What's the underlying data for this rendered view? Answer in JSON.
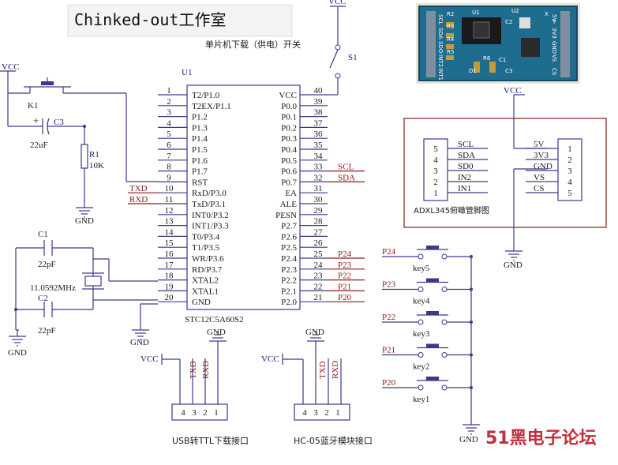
{
  "title": "Chinked-out工作室",
  "watermark": "51黑电子论坛",
  "power_switch": {
    "label": "单片机下载（供电）开关",
    "ref": "S1",
    "vcc": "VCC"
  },
  "mcu": {
    "ref": "U1",
    "part": "STC12C5A60S2",
    "left_pins": [
      {
        "num": "1",
        "name": "T2/P1.0"
      },
      {
        "num": "2",
        "name": "T2EX/P1.1"
      },
      {
        "num": "3",
        "name": "P1.2"
      },
      {
        "num": "4",
        "name": "P1.3"
      },
      {
        "num": "5",
        "name": "P1.4"
      },
      {
        "num": "6",
        "name": "P1.5"
      },
      {
        "num": "7",
        "name": "P1.6"
      },
      {
        "num": "8",
        "name": "P1.7"
      },
      {
        "num": "9",
        "name": "RST"
      },
      {
        "num": "10",
        "name": "RxD/P3.0"
      },
      {
        "num": "11",
        "name": "TxD/P3.1"
      },
      {
        "num": "12",
        "name": "INT0/P3.2"
      },
      {
        "num": "13",
        "name": "INT1/P3.3"
      },
      {
        "num": "14",
        "name": "T0/P3.4"
      },
      {
        "num": "15",
        "name": "T1/P3.5"
      },
      {
        "num": "16",
        "name": "WR/P3.6"
      },
      {
        "num": "17",
        "name": "RD/P3.7"
      },
      {
        "num": "18",
        "name": "XTAL2"
      },
      {
        "num": "19",
        "name": "XTAL1"
      },
      {
        "num": "20",
        "name": "GND"
      }
    ],
    "right_pins": [
      {
        "num": "40",
        "name": "VCC"
      },
      {
        "num": "39",
        "name": "P0.0"
      },
      {
        "num": "38",
        "name": "P0.1"
      },
      {
        "num": "37",
        "name": "P0.2"
      },
      {
        "num": "36",
        "name": "P0.3"
      },
      {
        "num": "35",
        "name": "P0.4"
      },
      {
        "num": "34",
        "name": "P0.5"
      },
      {
        "num": "33",
        "name": "P0.6"
      },
      {
        "num": "32",
        "name": "P0.7"
      },
      {
        "num": "31",
        "name": "EA"
      },
      {
        "num": "30",
        "name": "ALE"
      },
      {
        "num": "29",
        "name": "PESN"
      },
      {
        "num": "28",
        "name": "P2.7"
      },
      {
        "num": "27",
        "name": "P2.6"
      },
      {
        "num": "26",
        "name": "P2.5"
      },
      {
        "num": "25",
        "name": "P2.4"
      },
      {
        "num": "24",
        "name": "P2.3"
      },
      {
        "num": "23",
        "name": "P2.2"
      },
      {
        "num": "22",
        "name": "P2.1"
      },
      {
        "num": "21",
        "name": "P2.0"
      }
    ],
    "right_nets": [
      {
        "pin": "33",
        "net": "SCL"
      },
      {
        "pin": "32",
        "net": "SDA"
      },
      {
        "pin": "25",
        "net": "P24"
      },
      {
        "pin": "24",
        "net": "P23"
      },
      {
        "pin": "23",
        "net": "P22"
      },
      {
        "pin": "22",
        "net": "P21"
      },
      {
        "pin": "21",
        "net": "P20"
      }
    ],
    "left_nets": [
      {
        "pin": "10",
        "net": "TXD"
      },
      {
        "pin": "11",
        "net": "RXD"
      }
    ],
    "gnd": "GND"
  },
  "reset": {
    "vcc": "VCC",
    "button": "K1",
    "cap": "C3",
    "cap_value": "22uF",
    "resistor": "R1",
    "resistor_value": "10K",
    "gnd": "GND"
  },
  "crystal": {
    "c1": "C1",
    "c1_value": "22pF",
    "c2": "C2",
    "c2_value": "22pF",
    "freq": "11.0592MHz",
    "gnd": "GND"
  },
  "usb_ttl": {
    "label": "USB转TTL下载接口",
    "vcc": "VCC",
    "gnd": "GND",
    "txd": "TXD",
    "rxd": "RXD",
    "pins": [
      "4",
      "3",
      "2",
      "1"
    ]
  },
  "hc05": {
    "label": "HC-05蓝牙模块接口",
    "vcc": "VCC",
    "gnd": "GND",
    "txd": "TXD",
    "rxd": "RXD",
    "pins": [
      "4",
      "3",
      "2",
      "1"
    ]
  },
  "adxl": {
    "title": "ADXL345俯瞰管脚图",
    "vcc": "VCC",
    "gnd": "GND",
    "left_pins": [
      {
        "num": "5",
        "name": "SCL"
      },
      {
        "num": "4",
        "name": "SDA"
      },
      {
        "num": "3",
        "name": "SD0"
      },
      {
        "num": "2",
        "name": "IN2"
      },
      {
        "num": "1",
        "name": "IN1"
      }
    ],
    "right_pins": [
      {
        "num": "1",
        "name": "5V"
      },
      {
        "num": "2",
        "name": "3V3"
      },
      {
        "num": "3",
        "name": "GND"
      },
      {
        "num": "4",
        "name": "VS"
      },
      {
        "num": "5",
        "name": "CS"
      }
    ]
  },
  "board_photo": {
    "silk_left": [
      "SCL",
      "SDA",
      "SDO",
      "INT2",
      "INT1"
    ],
    "silk_right": [
      "5V",
      "3V3",
      "GND",
      "VS",
      "CS"
    ],
    "labels": [
      "R2",
      "U1",
      "R3",
      "R4",
      "R5",
      "R6",
      "D1",
      "C1",
      "C2",
      "U2",
      "C3",
      "X",
      "Y"
    ]
  },
  "keys": [
    {
      "net": "P24",
      "label": "key5"
    },
    {
      "net": "P23",
      "label": "key4"
    },
    {
      "net": "P22",
      "label": "key3"
    },
    {
      "net": "P21",
      "label": "key2"
    },
    {
      "net": "P20",
      "label": "key1"
    }
  ],
  "keys_gnd": "GND"
}
